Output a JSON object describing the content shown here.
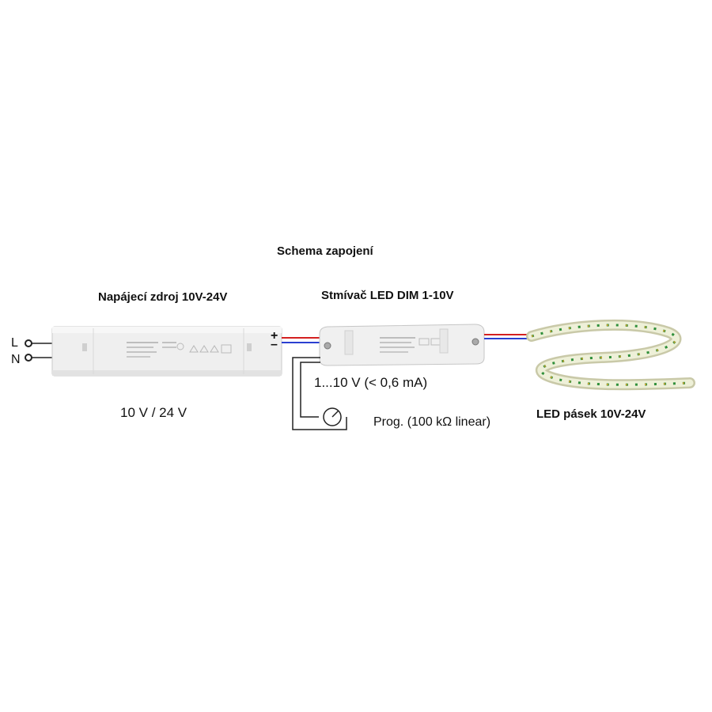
{
  "diagram": {
    "title": "Schema zapojení",
    "psu": {
      "title": "Napájecí zdroj 10V-24V",
      "voltage": "10 V / 24 V"
    },
    "dimmer": {
      "title": "Stmívač LED DIM 1-10V",
      "control_range": "1...10 V (< 0,6 mA)"
    },
    "potentiometer": {
      "label": "Prog. (100 kΩ linear)"
    },
    "led_strip": {
      "title": "LED pásek 10V-24V"
    },
    "terminals": {
      "l": "L",
      "n": "N"
    },
    "polarity": {
      "plus": "+",
      "minus": "–"
    }
  },
  "colors": {
    "positive_wire": "#d42020",
    "negative_wire": "#2a3fd0",
    "device_body": "#eeeeee"
  }
}
